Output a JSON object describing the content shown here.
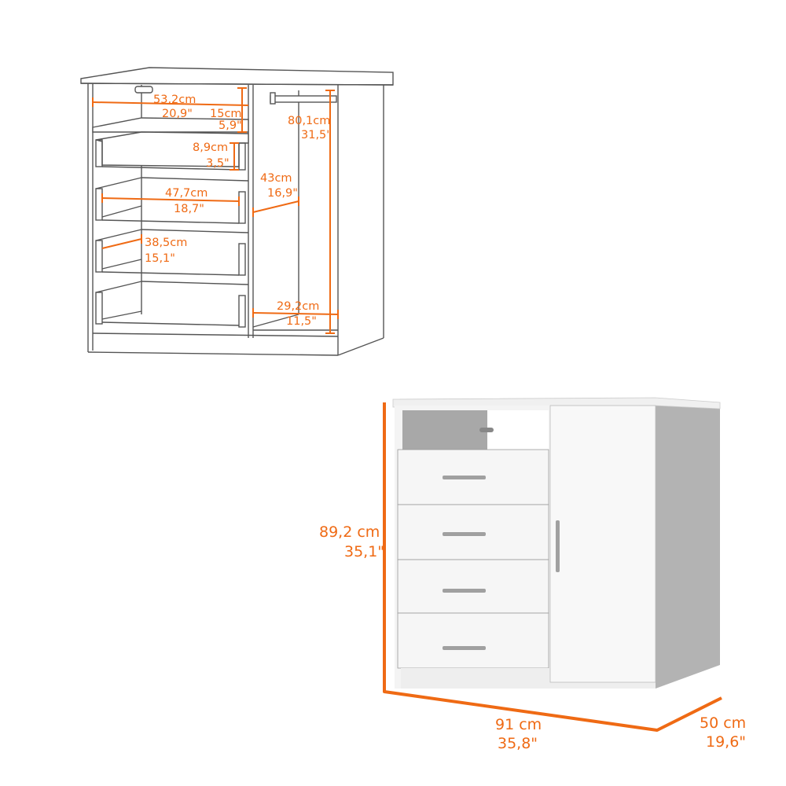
{
  "accent_color": "#ef6a14",
  "line_diagram": {
    "labels": {
      "inner_width_cm": "53,2cm",
      "inner_width_in": "20,9\"",
      "top_shelf_h_cm": "15cm",
      "top_shelf_h_in": "5,9\"",
      "drawer_h_cm": "8,9cm",
      "drawer_h_in": "3,5\"",
      "drawer_w_cm": "47,7cm",
      "drawer_w_in": "18,7\"",
      "drawer_d_cm": "38,5cm",
      "drawer_d_in": "15,1\"",
      "cabinet_h_cm": "80,1cm",
      "cabinet_h_in": "31,5\"",
      "cabinet_d_cm": "43cm",
      "cabinet_d_in": "16,9\"",
      "cabinet_w_cm": "29,2cm",
      "cabinet_w_in": "11,5\""
    }
  },
  "product_render": {
    "labels": {
      "height_cm": "89,2 cm",
      "height_in": "35,1\"",
      "width_cm": "91 cm",
      "width_in": "35,8\"",
      "depth_cm": "50 cm",
      "depth_in": "19,6\""
    },
    "drawer_count": 4,
    "door_count": 1
  }
}
